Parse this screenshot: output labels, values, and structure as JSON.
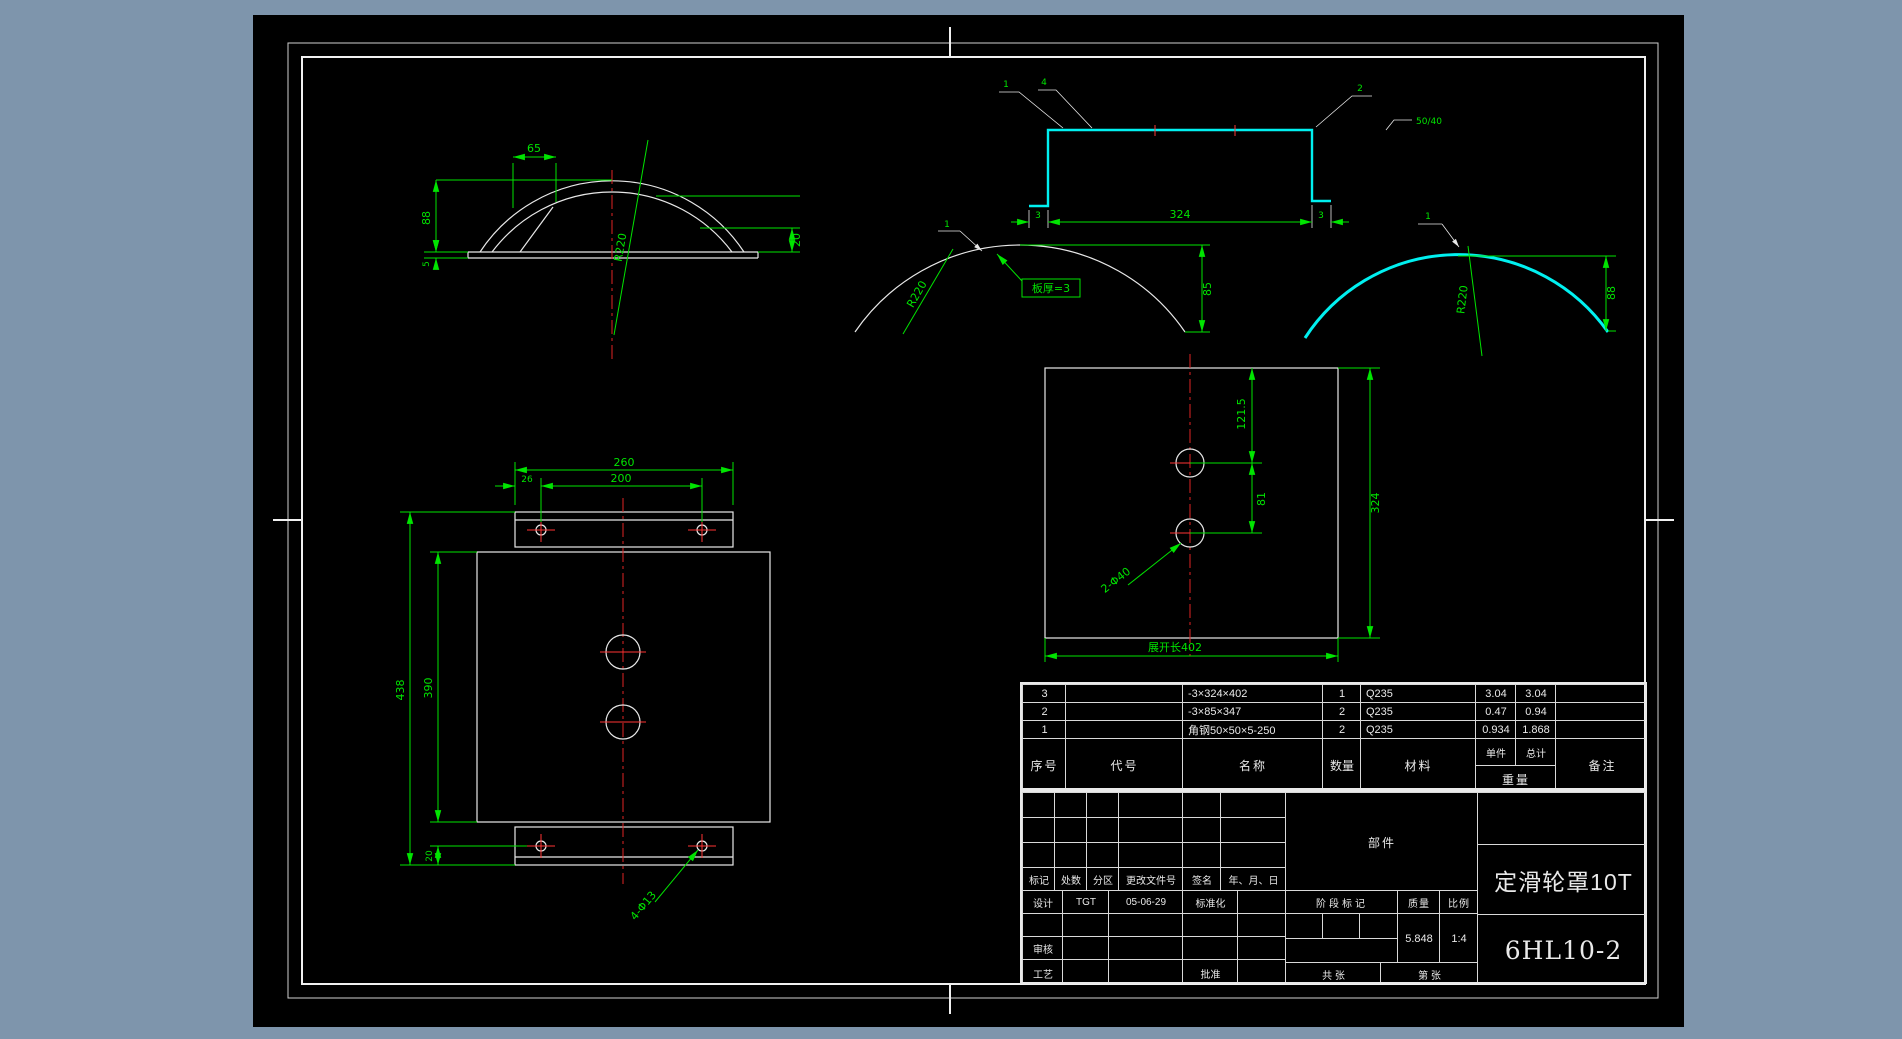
{
  "colors": {
    "background": "#7e95ac",
    "canvas": "#000000",
    "line": "#e8e8e8",
    "dimension": "#00e400",
    "centerline": "#e02424",
    "highlight": "#00f0f0"
  },
  "views": {
    "dome": {
      "d65": "65",
      "d88": "88",
      "d5": "5",
      "r220": "R220",
      "d20": "20"
    },
    "channel": {
      "d324": "324",
      "d3l": "3",
      "d3r": "3",
      "w1": "1",
      "w4": "4",
      "w2": "2",
      "note": "50/40"
    },
    "arc_mid": {
      "r220": "R220",
      "thickness": "板厚=3",
      "d85": "85",
      "w1": "1"
    },
    "arc_right": {
      "r220": "R220",
      "d88": "88",
      "w1": "1"
    },
    "plan": {
      "d121": "121.5",
      "d81": "81",
      "d324": "324",
      "holes": "2-Φ40",
      "unfold": "展开长402"
    },
    "front": {
      "d260": "260",
      "d200": "200",
      "d26": "26",
      "d438": "438",
      "d390": "390",
      "d20": "20",
      "holes": "4-Φ13"
    }
  },
  "parts_table": {
    "headers": {
      "no": "序号",
      "code": "代号",
      "name": "名称",
      "qty": "数量",
      "material": "材料",
      "unit": "单件",
      "total": "总计",
      "weight": "重量",
      "remark": "备注"
    },
    "rows": [
      {
        "no": "3",
        "code": "",
        "name": "-3×324×402",
        "qty": "1",
        "material": "Q235",
        "unit": "3.04",
        "total": "3.04",
        "remark": ""
      },
      {
        "no": "2",
        "code": "",
        "name": "-3×85×347",
        "qty": "2",
        "material": "Q235",
        "unit": "0.47",
        "total": "0.94",
        "remark": ""
      },
      {
        "no": "1",
        "code": "",
        "name": "角钢50×50×5-250",
        "qty": "2",
        "material": "Q235",
        "unit": "0.934",
        "total": "1.868",
        "remark": ""
      }
    ]
  },
  "title_block": {
    "rev": {
      "mark": "标记",
      "count": "处数",
      "zone": "分区",
      "doc_no": "更改文件号",
      "sign": "签名",
      "date": "年、月、日"
    },
    "design_label": "设计",
    "design_sign": "TGT",
    "design_date": "05-06-29",
    "std_label": "标准化",
    "check_label": "审核",
    "process_label": "工艺",
    "approve_label": "批准",
    "unit_label": "部件",
    "stage_label": "阶段标记",
    "mass_label": "质量",
    "scale_label": "比例",
    "mass_value": "5.848",
    "scale_value": "1:4",
    "sheets_total": "共    张",
    "sheet_no": "第    张",
    "title": "定滑轮罩10T",
    "drawing_no": "6HL10-2"
  }
}
